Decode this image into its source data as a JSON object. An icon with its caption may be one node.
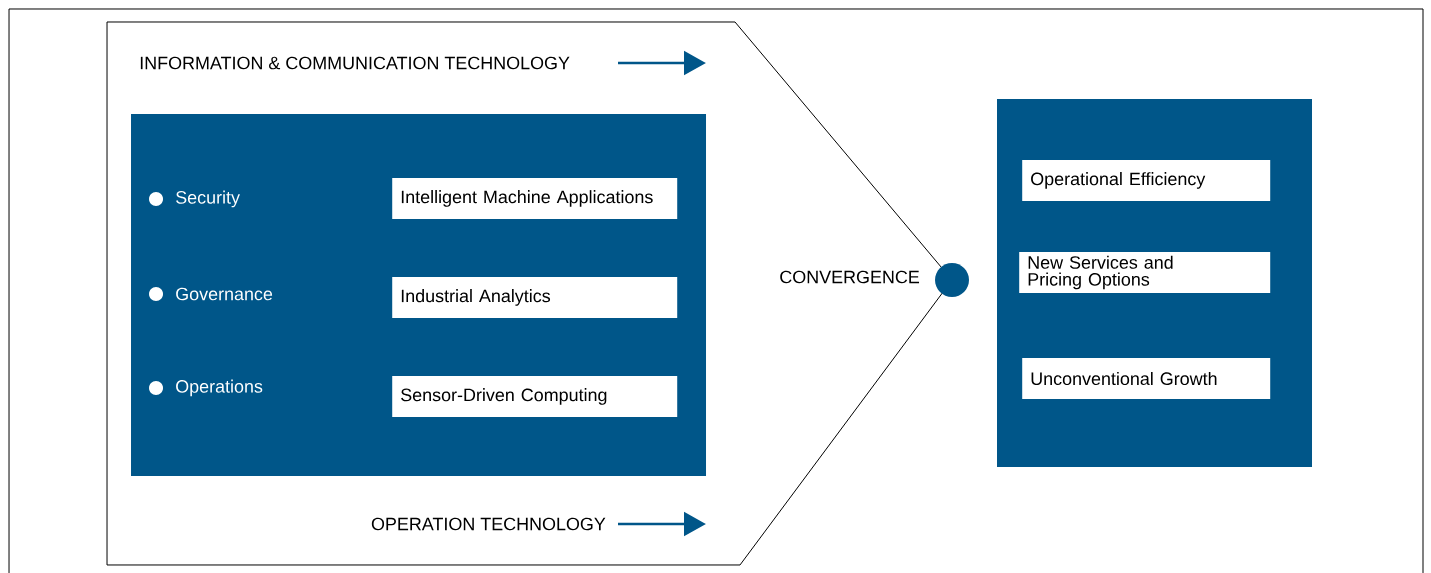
{
  "diagram": {
    "nodes": [
      {
        "text": [
          "INFORMATION & COMMUNICATION TECHNOLOGY",
          "OPERATION TECHNOLOGY"
        ]
      },
      {
        "text": [
          "Security",
          "Governance",
          "Operations"
        ],
        "in": 0
      },
      {
        "text": [
          "Intelligent Machine Applications"
        ],
        "in": 1
      },
      {
        "text": [
          "Industrial Analytics"
        ],
        "in": 1
      },
      {
        "text": [
          "Sensor-Driven Computing"
        ],
        "in": 1
      },
      {
        "text": [],
        "shape": "circle",
        "beside": [
          "CONVERGENCE"
        ]
      },
      {
        "text": [],
        "shape": "box"
      },
      {
        "text": [
          "Operational Efficiency"
        ],
        "in": 6
      },
      {
        "text": [
          "New Services and Pricing Options"
        ],
        "in": 6
      },
      {
        "text": [
          "Unconventional Growth"
        ],
        "in": 6
      }
    ]
  }
}
